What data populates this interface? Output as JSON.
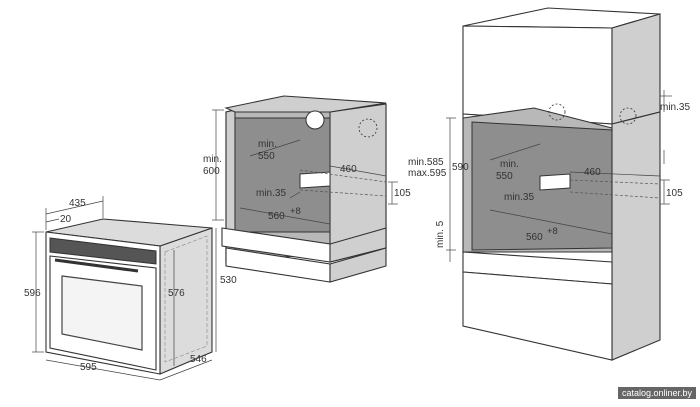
{
  "oven": {
    "width": "595",
    "height": "596",
    "depth": "546",
    "inner_height": "576",
    "side_depth": "530",
    "top_width": "435",
    "top_offset": "20"
  },
  "under_counter": {
    "min_label": "min.",
    "min_depth": "550",
    "min_height_label": "min.",
    "min_height": "600",
    "vent_width": "460",
    "vent_height": "105",
    "min_gap": "min.35",
    "niche_width": "560",
    "niche_tolerance": "+8"
  },
  "column": {
    "min_label": "min.",
    "min_depth": "550",
    "height_range_min": "min.585",
    "height_range_max": "max.595",
    "niche_height": "590",
    "vent_width": "460",
    "vent_height": "105",
    "min_gap": "min.35",
    "top_gap": "min.35",
    "base_gap": "min. 5",
    "niche_width": "560",
    "niche_tolerance": "+8"
  },
  "watermark": "catalog.onliner.by"
}
